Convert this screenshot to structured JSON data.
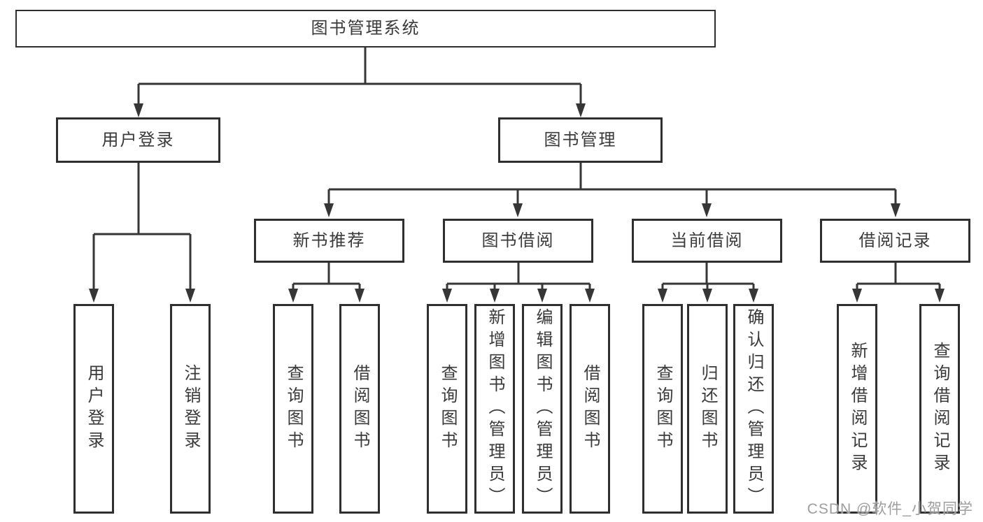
{
  "tree": {
    "root": {
      "label": "图书管理系统"
    },
    "branches": [
      {
        "label": "用户登录",
        "children": [
          {
            "label": "用户登录"
          },
          {
            "label": "注销登录"
          }
        ]
      },
      {
        "label": "图书管理",
        "groups": [
          {
            "label": "新书推荐",
            "children": [
              {
                "label": "查询图书"
              },
              {
                "label": "借阅图书"
              }
            ]
          },
          {
            "label": "图书借阅",
            "children": [
              {
                "label": "查询图书"
              },
              {
                "label": "新增图书（管理员）"
              },
              {
                "label": "编辑图书（管理员）"
              },
              {
                "label": "借阅图书"
              }
            ]
          },
          {
            "label": "当前借阅",
            "children": [
              {
                "label": "查询图书"
              },
              {
                "label": "归还图书"
              },
              {
                "label": "确认归还（管理员）"
              }
            ]
          },
          {
            "label": "借阅记录",
            "children": [
              {
                "label": "新增借阅记录"
              },
              {
                "label": "查询借阅记录"
              }
            ]
          }
        ]
      }
    ]
  },
  "watermark": {
    "text": "CSDN @软件_小贺同学",
    "color": "#9e9e9e"
  },
  "colors": {
    "background": "#ffffff",
    "line": "#363636",
    "border": "#2f2f2f",
    "text": "#3a3a3a"
  }
}
